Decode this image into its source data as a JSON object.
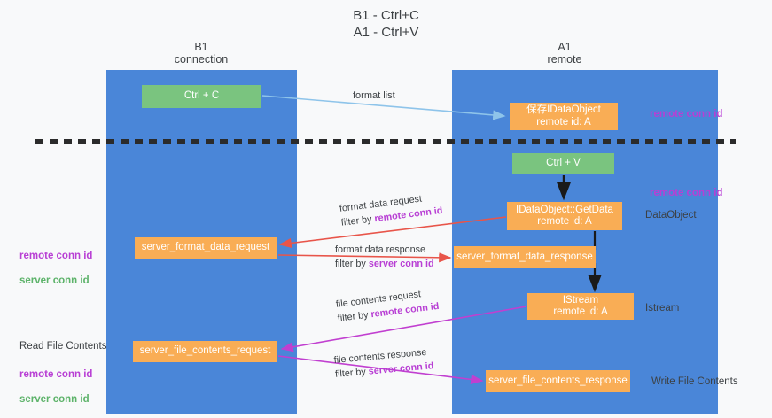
{
  "title": "B1 - Ctrl+C\nA1 - Ctrl+V",
  "columns": {
    "left": {
      "header": "B1\nconnection"
    },
    "right": {
      "header": "A1\nremote"
    }
  },
  "nodes": {
    "ctrl_c": {
      "label": "Ctrl + C",
      "color": "#7ac47f"
    },
    "idataobject_register": {
      "label": "保存IDataObject\nremote id: A",
      "color": "#f9ad55"
    },
    "ctrl_v": {
      "label": "Ctrl + V",
      "color": "#7ac47f"
    },
    "getdata": {
      "label": "IDataObject::GetData\nremote id: A",
      "color": "#f9ad55"
    },
    "server_format_data_request": {
      "label": "server_format_data_request",
      "color": "#f9ad55"
    },
    "server_format_data_response": {
      "label": "server_format_data_response",
      "color": "#f9ad55"
    },
    "istream": {
      "label": "IStream\nremote id: A",
      "color": "#f9ad55"
    },
    "server_file_contents_request": {
      "label": "server_file_contents_request",
      "color": "#f9ad55"
    },
    "server_file_contents_response": {
      "label": "server_file_contents_response",
      "color": "#f9ad55"
    }
  },
  "edges": {
    "format_list": {
      "label": "format list",
      "color": "#8ec4ea"
    },
    "format_data_request": {
      "line1": "format data request",
      "line2_prefix": "filter by ",
      "line2_key": "remote conn id",
      "color": "#e8554a"
    },
    "format_data_response": {
      "line1": "format data response",
      "line2_prefix": "filter by ",
      "line2_key": "server conn id",
      "color": "#e8554a"
    },
    "file_contents_request": {
      "line1": "file contents request",
      "line2_prefix": "filter by ",
      "line2_key": "remote conn id",
      "color": "#c13fd0"
    },
    "file_contents_response": {
      "line1": "file contents response",
      "line2_prefix": "filter by ",
      "line2_key": "server conn id",
      "color": "#c13fd0"
    }
  },
  "annotations": {
    "remote_conn_id_top": "remote conn id",
    "remote_conn_id_mid": "remote conn id",
    "dataobject": "DataObject",
    "istream": "Istream",
    "write_file_contents": "Write File Contents",
    "read_file_contents": "Read File Contents",
    "remote_conn_id": "remote conn id",
    "server_conn_id": "server conn id"
  },
  "colors": {
    "lane": "#4a86d8",
    "green_node": "#7ac47f",
    "orange_node": "#f9ad55",
    "purple_text": "#b83fd4",
    "green_text": "#5db36a",
    "divider": "#2b2b2b",
    "background": "#f8f9fa"
  }
}
